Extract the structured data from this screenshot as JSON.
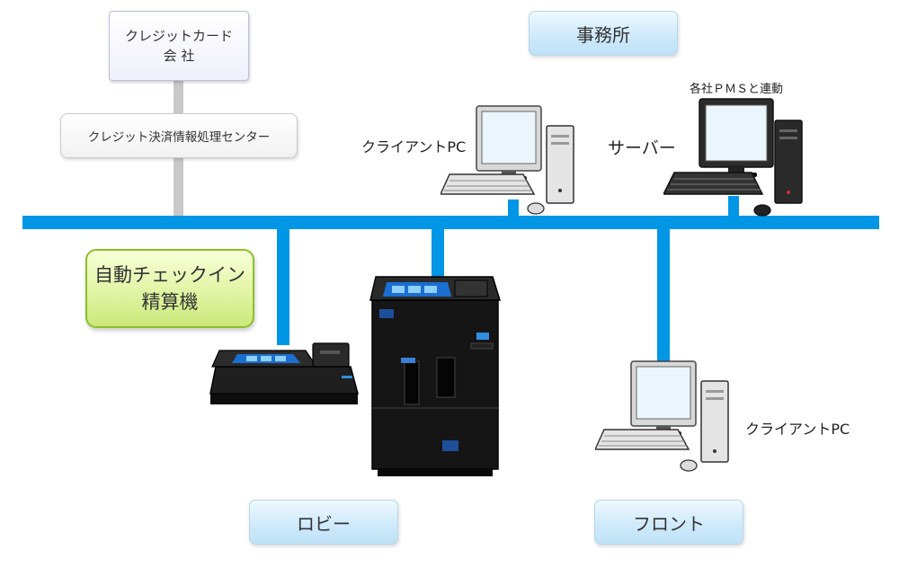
{
  "company": {
    "line1": "クレジットカード",
    "line2": "会 社"
  },
  "processing_center": "クレジット決済情報処理センター",
  "office_label": "事務所",
  "client_pc_top_label": "クライアントPC",
  "server_label": "サーバー",
  "pms_label": "各社ＰＭＳと連動",
  "kiosk_label": {
    "line1": "自動チェックイン",
    "line2": "精算機"
  },
  "client_pc_front_label": "クライアントPC",
  "lobby_label": "ロビー",
  "front_label": "フロント",
  "colors": {
    "network_blue": "#0096e6",
    "link_gray": "#c8c8c8",
    "kiosk_green": "#8cbf2a"
  }
}
